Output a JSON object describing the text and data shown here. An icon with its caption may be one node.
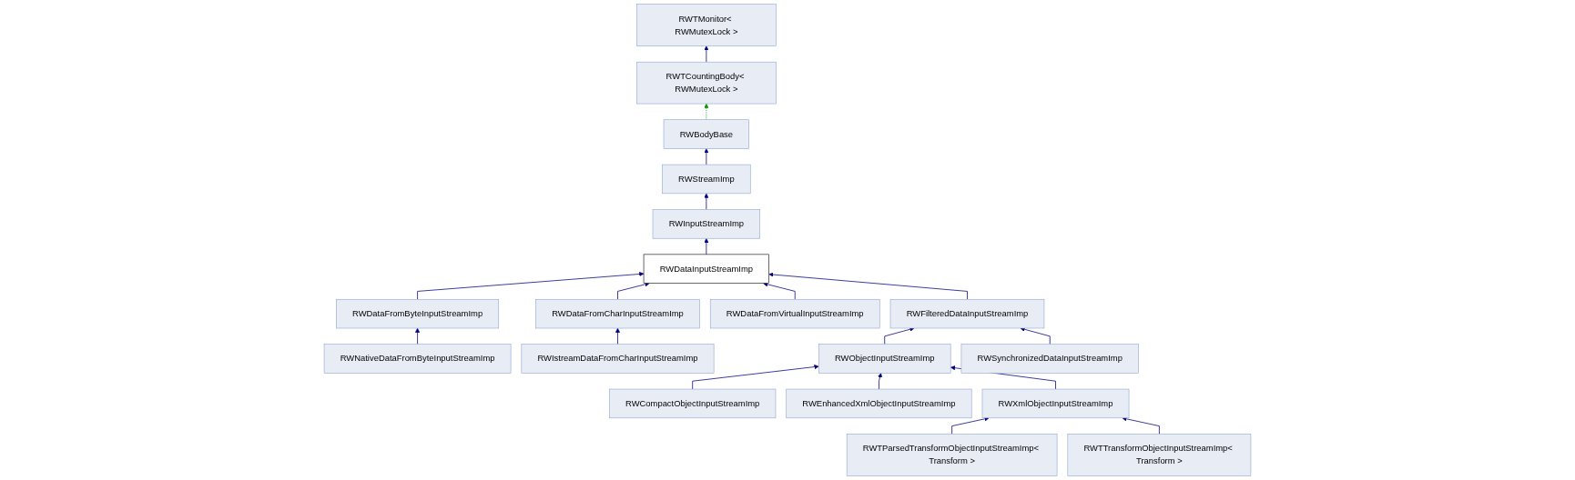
{
  "diagram": {
    "nodes": [
      {
        "text": [
          "RWTMonitor< RWMutexLock >"
        ]
      },
      {
        "text": [
          "RWTCountingBody< RWMutexLock >"
        ]
      },
      {
        "text": [
          "RWBodyBase"
        ]
      },
      {
        "text": [
          "RWStreamImp"
        ]
      },
      {
        "text": [
          "RWInputStreamImp"
        ]
      },
      {
        "text": [
          "RWDataInputStreamImp"
        ]
      },
      {
        "text": [
          "RWDataFromByteInputStreamImp"
        ]
      },
      {
        "text": [
          "RWDataFromCharInputStreamImp"
        ]
      },
      {
        "text": [
          "RWDataFromVirtualInputStreamImp"
        ]
      },
      {
        "text": [
          "RWFilteredDataInputStreamImp"
        ]
      },
      {
        "text": [
          "RWNativeDataFromByteInputStreamImp"
        ]
      },
      {
        "text": [
          "RWIstreamDataFromCharInputStreamImp"
        ]
      },
      {
        "text": [
          "RWObjectInputStreamImp"
        ]
      },
      {
        "text": [
          "RWSynchronizedDataInputStreamImp"
        ]
      },
      {
        "text": [
          "RWCompactObjectInputStreamImp"
        ]
      },
      {
        "text": [
          "RWEnhancedXmlObjectInputStreamImp"
        ]
      },
      {
        "text": [
          "RWXmlObjectInputStreamImp"
        ]
      },
      {
        "text": [
          "RWTParsedTransformObjectInputStreamImp< Transform >"
        ]
      },
      {
        "text": [
          "RWTTransformObjectInputStreamImp< Transform >"
        ]
      }
    ],
    "edges": [
      {
        "from": 1,
        "to": 0,
        "arrow": "to"
      },
      {
        "from": 2,
        "to": 1,
        "arrow": "to",
        "style": "dashed",
        "color": "#009900"
      },
      {
        "from": 3,
        "to": 2,
        "arrow": "to"
      },
      {
        "from": 4,
        "to": 3,
        "arrow": "to"
      },
      {
        "from": 5,
        "to": 4,
        "arrow": "to"
      },
      {
        "from": 6,
        "to": 5,
        "arrow": "to"
      },
      {
        "from": 7,
        "to": 5,
        "arrow": "to"
      },
      {
        "from": 8,
        "to": 5,
        "arrow": "to"
      },
      {
        "from": 9,
        "to": 5,
        "arrow": "to"
      },
      {
        "from": 10,
        "to": 6,
        "arrow": "to"
      },
      {
        "from": 11,
        "to": 7,
        "arrow": "to"
      },
      {
        "from": 12,
        "to": 9,
        "arrow": "to"
      },
      {
        "from": 13,
        "to": 9,
        "arrow": "to"
      },
      {
        "from": 14,
        "to": 12,
        "arrow": "to"
      },
      {
        "from": 15,
        "to": 12,
        "arrow": "to"
      },
      {
        "from": 16,
        "to": 12,
        "arrow": "to"
      },
      {
        "from": 17,
        "to": 16,
        "arrow": "to"
      },
      {
        "from": 18,
        "to": 16,
        "arrow": "to"
      }
    ]
  }
}
